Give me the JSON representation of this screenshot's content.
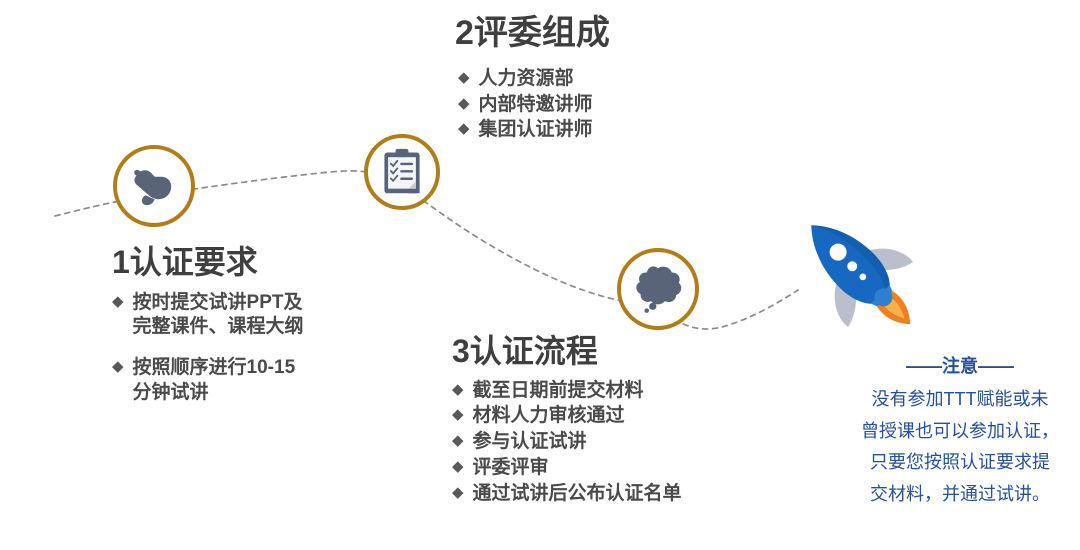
{
  "palette": {
    "gold_ring": "#b07d18",
    "heading_gray": "#3f3f3f",
    "body_gray": "#4a4a4a",
    "bullet_gray": "#585858",
    "icon_slate": "#5a6478",
    "rocket_blue": "#1668c1",
    "rocket_fin_gray": "#b9c0cc",
    "rocket_flame_orange": "#ef7f22",
    "note_blue": "#27509b",
    "dash_gray": "#8b8b8b",
    "background": "#ffffff"
  },
  "bullet_glyph": "◆",
  "sections": [
    {
      "id": "section-1",
      "title": "1认证要求",
      "icon": "pointing-hand-icon",
      "items": [
        "按时提交试讲PPT及\n完整课件、课程大纲",
        "按照顺序进行10-15\n分钟试讲"
      ]
    },
    {
      "id": "section-2",
      "title": "2评委组成",
      "icon": "clipboard-checklist-icon",
      "items": [
        "人力资源部",
        "内部特邀讲师",
        "集团认证讲师"
      ]
    },
    {
      "id": "section-3",
      "title": "3认证流程",
      "icon": "thought-bubble-icon",
      "items": [
        "截至日期前提交材料",
        "材料人力审核通过",
        "参与认证试讲",
        "评委评审",
        "通过试讲后公布认证名单"
      ]
    }
  ],
  "note": {
    "heading": "——注意——",
    "lines": [
      "没有参加TTT赋能或未",
      "曾授课也可以参加认证，",
      "只要您按照认证要求提",
      "交材料，并通过试讲。"
    ]
  },
  "rocket": {
    "name": "rocket-icon",
    "window_count": 3
  }
}
